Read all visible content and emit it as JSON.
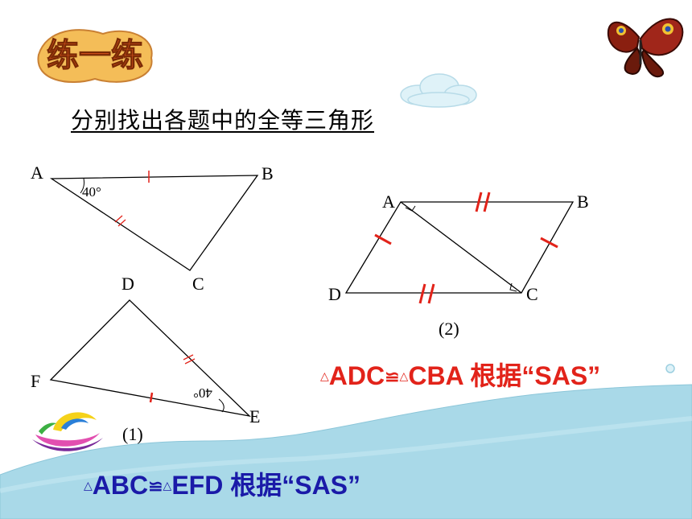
{
  "header": {
    "banner_text": "练一练"
  },
  "instruction": "分别找出各题中的全等三角形",
  "figure1": {
    "points": {
      "A": "A",
      "B": "B",
      "C": "C",
      "D": "D",
      "E": "E",
      "F": "F"
    },
    "angle_label_top": "40°",
    "angle_label_bottom": "40°",
    "caption": "(1)"
  },
  "figure2": {
    "points": {
      "A": "A",
      "B": "B",
      "C": "C",
      "D": "D"
    },
    "caption": "(2)"
  },
  "answers": {
    "fig2": {
      "tri1": "ADC",
      "cong": "≌",
      "tri2": "CBA",
      "basis": "根据“SAS”"
    },
    "fig1": {
      "tri1": "ABC",
      "cong": "≌",
      "tri2": "EFD",
      "basis": "根据“SAS”"
    }
  },
  "colors": {
    "mark_red": "#e2231a",
    "answer_red": "#e2231a",
    "answer_blue": "#1a1aa8",
    "wave_blue": "#a9d9e8"
  }
}
